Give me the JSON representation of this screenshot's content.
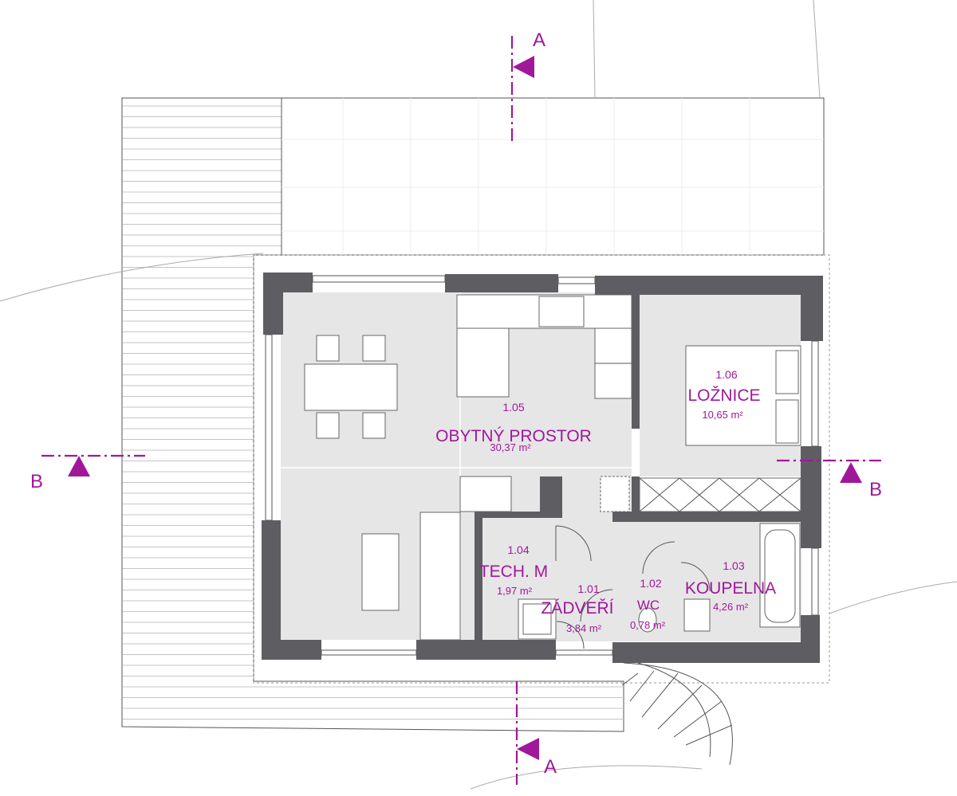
{
  "rooms": [
    {
      "id": "1.05",
      "name": "OBYTNÝ PROSTOR",
      "area": "30,37 m²"
    },
    {
      "id": "1.06",
      "name": "LOŽNICE",
      "area": "10,65 m²"
    },
    {
      "id": "1.04",
      "name": "TECH. M",
      "area": "1,97 m²"
    },
    {
      "id": "1.01",
      "name": "ZÁDVEŘÍ",
      "area": "3,84 m²"
    },
    {
      "id": "1.02",
      "name": "WC",
      "area": "0,78 m²"
    },
    {
      "id": "1.03",
      "name": "KOUPELNA",
      "area": "4,26 m²"
    }
  ],
  "sections": {
    "a_top": "A",
    "a_bottom": "A",
    "b_left": "B",
    "b_right": "B"
  },
  "colors": {
    "annotation": "#a0189a",
    "wall": "#5e5e62",
    "floor": "#e6e6e6"
  }
}
